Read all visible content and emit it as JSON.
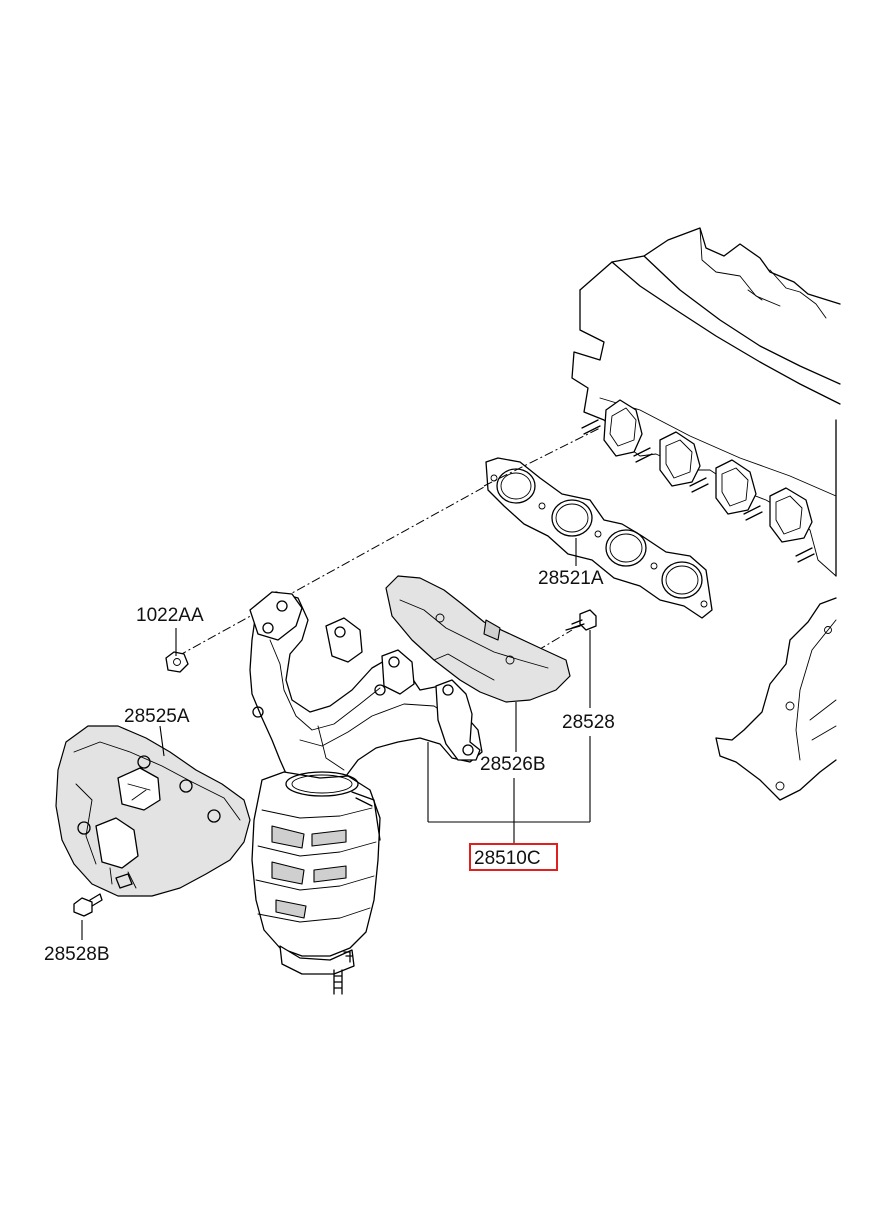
{
  "diagram": {
    "parts": [
      {
        "id": "nut",
        "label": "1022AA"
      },
      {
        "id": "heat-protector",
        "label": "28525A"
      },
      {
        "id": "bolt-lower",
        "label": "28528B"
      },
      {
        "id": "gasket",
        "label": "28521A"
      },
      {
        "id": "stud-bolt",
        "label": "28528"
      },
      {
        "id": "heat-protector-upper",
        "label": "28526B"
      },
      {
        "id": "manifold-assembly",
        "label": "28510C",
        "highlighted": true
      }
    ],
    "colors": {
      "line": "#000000",
      "highlight": "#e0201c",
      "shade": "#e3e3e3"
    }
  }
}
